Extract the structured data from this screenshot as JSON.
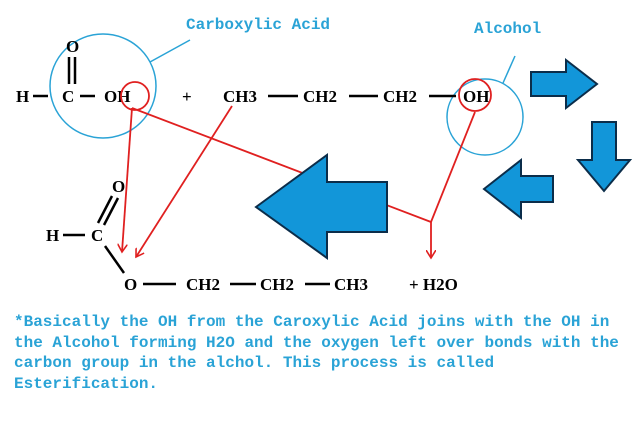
{
  "colors": {
    "accent": "#2aa3d6",
    "arrow_fill": "#1296d9",
    "arrow_stroke": "#0b2d4a",
    "red": "#e02020",
    "text": "#000000"
  },
  "labels": {
    "carboxylic_acid": "Carboxylic Acid",
    "alcohol": "Alcohol"
  },
  "reactant": {
    "h": "H",
    "c": "C",
    "o_top": "O",
    "oh": "OH",
    "plus": "+",
    "ch3": "CH3",
    "ch2_a": "CH2",
    "ch2_b": "CH2",
    "oh2": "OH"
  },
  "product": {
    "o_top": "O",
    "h": "H",
    "c": "C",
    "o_link": "O",
    "ch2_a": "CH2",
    "ch2_b": "CH2",
    "ch3": "CH3",
    "water": "+ H2O"
  },
  "caption": "*Basically the OH from the Caroxylic Acid joins with the OH in the Alcohol forming H2O and the oxygen left over bonds with the carbon group in the alchol. This process is called Esterification.",
  "icons": [
    "arrow-right-icon",
    "arrow-down-icon",
    "arrow-left-icon",
    "large-arrow-left-icon"
  ]
}
